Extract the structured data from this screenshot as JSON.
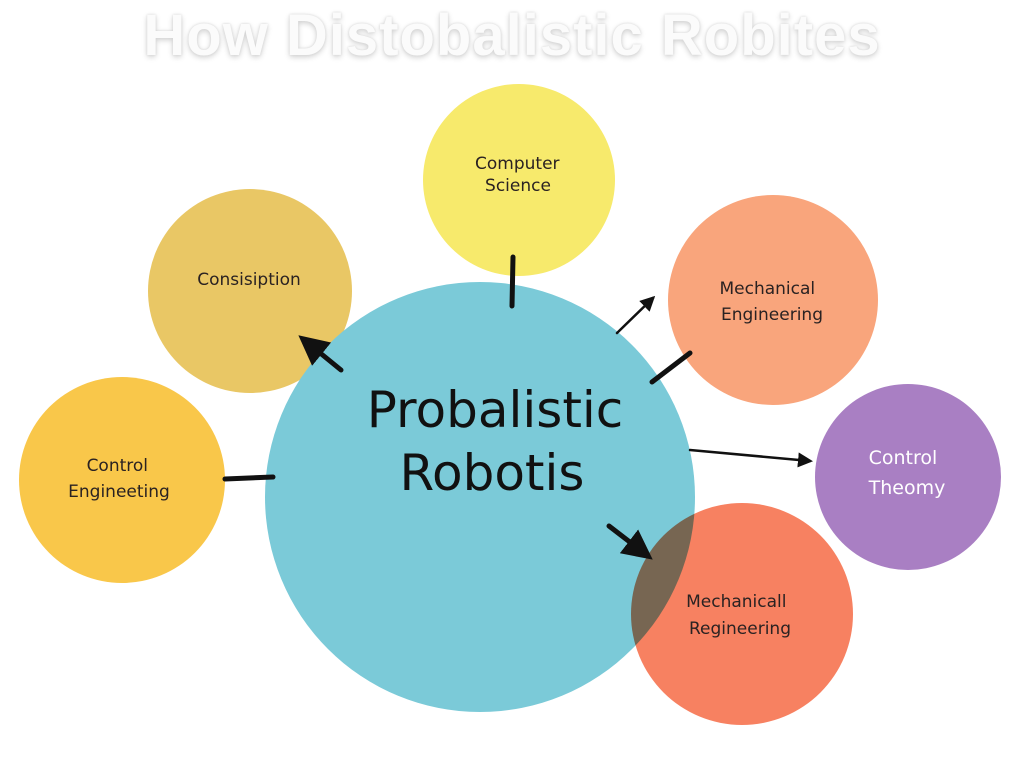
{
  "title": "How Distobalistic Robites",
  "center": {
    "line1": "Probalistic",
    "line2": "Robotis",
    "color": "#7bcad8"
  },
  "nodes": {
    "computer_science": {
      "line1": "Computer",
      "line2": "Science",
      "color": "#f7ea6c"
    },
    "consisiption": {
      "line1": "Consisiption",
      "color": "#e9c765"
    },
    "control_engineering": {
      "line1": "Control",
      "line2": "Engineeting",
      "color": "#f9c74a"
    },
    "mechanical_engineering": {
      "line1": "Mechanical",
      "line2": "Engineering",
      "color": "#f9a57c"
    },
    "control_theory": {
      "line1": "Control",
      "line2": "Theomy",
      "color": "#a97fc3"
    },
    "mechanicall_regineering": {
      "line1": "Mechanicall",
      "line2": "Regineering",
      "color": "#f77d5c"
    }
  }
}
